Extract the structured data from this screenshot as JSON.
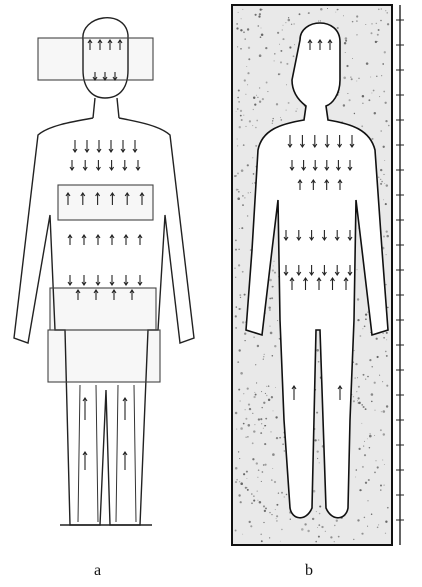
{
  "figure": {
    "panels": [
      {
        "id": "a",
        "label": "a"
      },
      {
        "id": "b",
        "label": "b"
      }
    ]
  },
  "colors": {
    "ink": "#222222",
    "background": "#ffffff",
    "speckle": "#555555"
  }
}
